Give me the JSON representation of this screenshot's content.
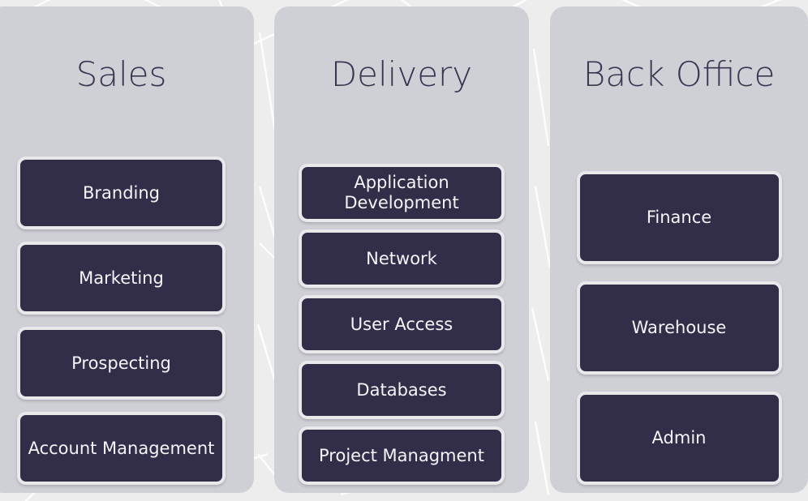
{
  "diagram": {
    "title_visible": false,
    "background_color": "#ededed",
    "panel_color": "#cfd0d6",
    "card_color": "#322e4a",
    "card_border_color": "#e9e9ec",
    "card_text_color": "#f4f4f6",
    "heading_text_color": "#3a3550",
    "columns": [
      {
        "id": "sales",
        "title": "Sales",
        "cards": [
          {
            "label": "Branding"
          },
          {
            "label": "Marketing"
          },
          {
            "label": "Prospecting"
          },
          {
            "label": "Account Management"
          }
        ]
      },
      {
        "id": "delivery",
        "title": "Delivery",
        "cards": [
          {
            "label": "Application\nDevelopment"
          },
          {
            "label": "Network"
          },
          {
            "label": "User Access"
          },
          {
            "label": "Databases"
          },
          {
            "label": "Project Managment"
          }
        ]
      },
      {
        "id": "backoffice",
        "title": "Back Office",
        "cards": [
          {
            "label": "Finance"
          },
          {
            "label": "Warehouse"
          },
          {
            "label": "Admin"
          }
        ]
      }
    ]
  }
}
